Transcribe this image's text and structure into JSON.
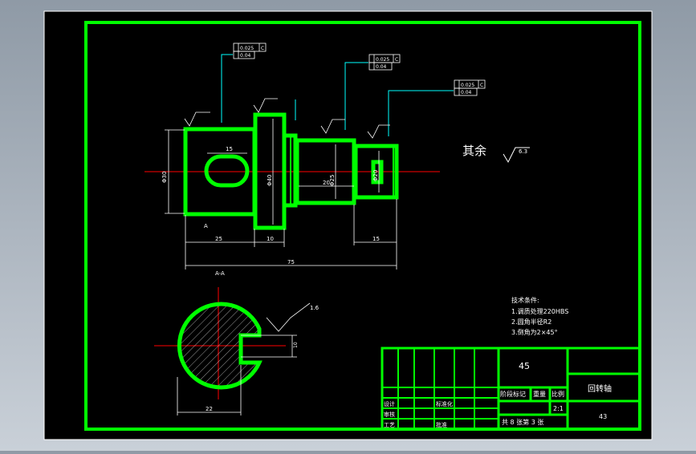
{
  "colors": {
    "background": "#000000",
    "frame": "#00ff00",
    "dimension": "#ffffff",
    "leader": "#00ffff",
    "centerline": "#ff0000",
    "chrome": "#9aa4ae"
  },
  "tolerance_frames": [
    {
      "row1": "0.025",
      "datum": "C",
      "row2": "0.04"
    },
    {
      "row1": "0.025",
      "datum": "C",
      "row2": "0.04"
    },
    {
      "row1": "0.025",
      "datum": "C",
      "row2": "0.04"
    }
  ],
  "dimensions": {
    "d_25": "25",
    "d_10": "10",
    "d_15": "15",
    "d_75": "75",
    "d_15_slot": "15",
    "d_20": "20",
    "d_22": "22",
    "d_10_key": "10",
    "phi30": "Φ30",
    "phi40": "Φ40",
    "phi25": "Φ25",
    "phi20": "Φ20"
  },
  "section_labels": {
    "view_title": "A-A",
    "cut_mark": "A"
  },
  "roughness": {
    "label": "其余",
    "value": "6.3",
    "section_value": "1.6"
  },
  "technical_requirements": {
    "heading": "技术条件:",
    "items": [
      "1.调质处理220HBS",
      "2.圆角半径R2",
      "3.倒角为2×45°"
    ]
  },
  "title_block": {
    "material": "45",
    "part_name": "回转轴",
    "drawing_no": "43",
    "sheet_info": "共 8 张第 3 张",
    "stage_mark_label": "阶段标记",
    "weight_label": "重量",
    "scale_label": "比例",
    "scale_value": "2:1",
    "row_labels": [
      "设计",
      "审核",
      "工艺"
    ],
    "std_label": "标准化",
    "approve_label": "批准"
  }
}
